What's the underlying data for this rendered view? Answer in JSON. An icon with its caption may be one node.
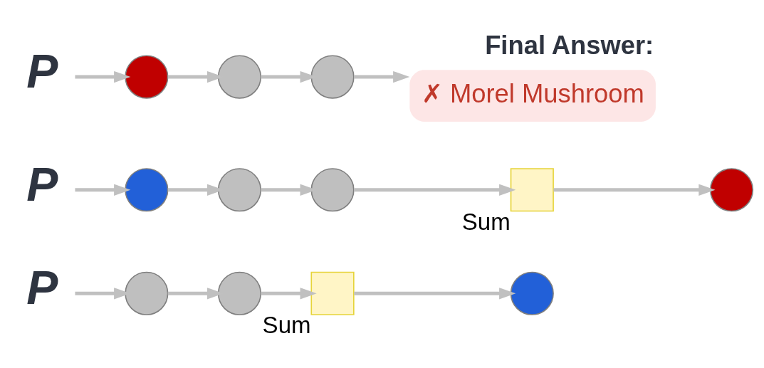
{
  "diagram": {
    "nodes": [
      {
        "text": [
          "P"
        ]
      },
      {
        "text": [],
        "shape": "circle"
      },
      {
        "text": [],
        "shape": "circle"
      },
      {
        "text": [],
        "shape": "box",
        "beside": [
          "Sum"
        ]
      },
      {
        "text": [],
        "shape": "circle"
      },
      {
        "text": [
          "P"
        ]
      },
      {
        "text": [],
        "shape": "circle"
      },
      {
        "text": [],
        "shape": "circle"
      },
      {
        "text": [],
        "shape": "circle"
      },
      {
        "text": [],
        "shape": "box",
        "beside": [
          "Sum"
        ]
      },
      {
        "text": [],
        "shape": "circle"
      },
      {
        "text": [
          "P"
        ]
      },
      {
        "text": [],
        "shape": "circle"
      },
      {
        "text": [],
        "shape": "circle"
      },
      {
        "text": [],
        "shape": "circle"
      },
      {
        "text": [
          "Final Answer:",
          "✗ Morel Mushroom"
        ]
      }
    ],
    "edges": [
      {
        "from": 0,
        "to": 1,
        "arrow": "to"
      },
      {
        "from": 1,
        "to": 2,
        "arrow": "to"
      },
      {
        "from": 2,
        "to": 3,
        "arrow": "to"
      },
      {
        "from": 3,
        "to": 4,
        "arrow": "to"
      },
      {
        "from": 5,
        "to": 6,
        "arrow": "to"
      },
      {
        "from": 6,
        "to": 7,
        "arrow": "to"
      },
      {
        "from": 7,
        "to": 8,
        "arrow": "to"
      },
      {
        "from": 8,
        "to": 9,
        "arrow": "to"
      },
      {
        "from": 9,
        "to": 10,
        "arrow": "to"
      },
      {
        "from": 11,
        "to": 12,
        "arrow": "to"
      },
      {
        "from": 12,
        "to": 13,
        "arrow": "to"
      },
      {
        "from": 13,
        "to": 14,
        "arrow": "to"
      },
      {
        "from": 14,
        "to": 15,
        "arrow": "to"
      }
    ]
  }
}
